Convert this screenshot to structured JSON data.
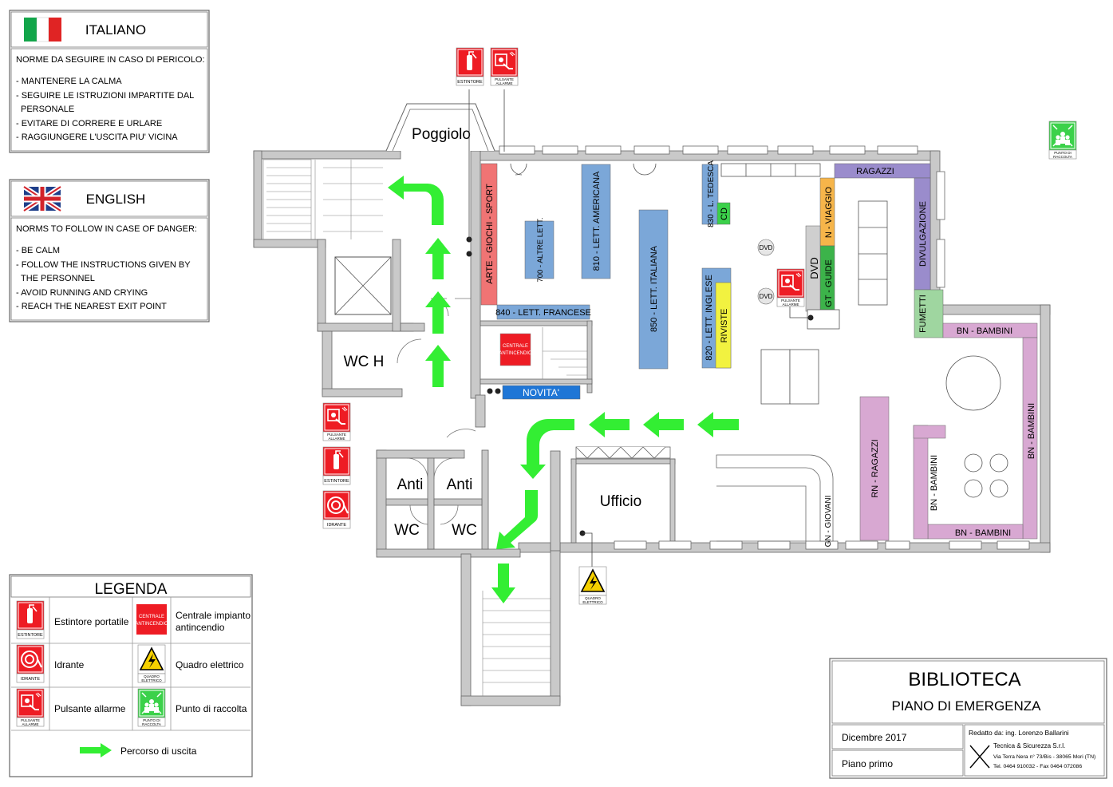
{
  "italian": {
    "language": "ITALIANO",
    "heading": "NORME DA SEGUIRE IN CASO DI PERICOLO:",
    "rules": [
      "- MANTENERE LA CALMA",
      "- SEGUIRE LE ISTRUZIONI IMPARTITE DAL",
      "PERSONALE",
      "- EVITARE DI CORRERE E URLARE",
      "- RAGGIUNGERE L'USCITA PIU' VICINA"
    ]
  },
  "english": {
    "language": "ENGLISH",
    "heading": "NORMS TO FOLLOW IN CASE OF DANGER:",
    "rules": [
      "- BE CALM",
      "- FOLLOW THE INSTRUCTIONS GIVEN BY",
      "THE PERSONNEL",
      "- AVOID RUNNING AND CRYING",
      "- REACH THE NEAREST EXIT POINT"
    ]
  },
  "legend": {
    "title": "LEGENDA",
    "items": {
      "extinguisher": "Estintore portatile",
      "fire_central_1": "Centrale impianto",
      "fire_central_2": "antincendio",
      "hydrant": "Idrante",
      "electrical_panel": "Quadro elettrico",
      "alarm_button": "Pulsante allarme",
      "assembly_point": "Punto di raccolta",
      "exit_route": "Percorso di uscita"
    }
  },
  "icon_labels": {
    "extinguisher": "ESTINTORE",
    "alarm_1": "PULSANTE",
    "alarm_2": "ALLARME",
    "hydrant": "IDRANTE",
    "central_1": "CENTRALE",
    "central_2": "ANTINCENDIO",
    "panel_1": "QUADRO",
    "panel_2": "ELETTRICO",
    "assembly_1": "PUNTO DI",
    "assembly_2": "RACCOLTA",
    "alarm_floor_1": "PULSANTE",
    "alarm_floor_2": "ALLARME"
  },
  "rooms": {
    "balcony": "Poggiolo",
    "wc_h": "WC H",
    "anti_1": "Anti",
    "anti_2": "Anti",
    "wc_1": "WC",
    "wc_2": "WC",
    "office": "Ufficio"
  },
  "shelves": {
    "arte": "ARTE - GIOCHI - SPORT",
    "altre": "700 - ALTRE LETT.",
    "americana": "810 - LETT. AMERICANA",
    "italiana": "850 - LETT. ITALIANA",
    "francese": "840 - LETT. FRANCESE",
    "tedesca": "830 - L. TEDESCA",
    "cd": "CD",
    "inglese": "820 - LETT. INGLESE",
    "riviste": "RIVISTE",
    "viaggio": "N - VIAGGIO",
    "guide": "GT - GUIDE",
    "dvd": "DVD",
    "dvd_1": "DVD",
    "dvd_2": "DVD",
    "ragazzi": "RAGAZZI",
    "divulgazione": "DIVULGAZIONE",
    "fumetti": "FUMETTI",
    "bn_bambini_top": "BN - BAMBINI",
    "bn_bambini_right": "BN - BAMBINI",
    "bn_bambini_bottom": "BN - BAMBINI",
    "bn_bambini_left": "BN - BAMBINI",
    "rn_ragazzi": "RN - RAGAZZI",
    "gn_giovani": "GN - GIOVANI",
    "novita": "NOVITA'"
  },
  "title_block": {
    "title": "BIBLIOTECA",
    "subtitle": "PIANO DI EMERGENZA",
    "date": "Dicembre 2017",
    "floor": "Piano primo",
    "drawn_by": "Redatto da:  ing. Lorenzo Ballarini",
    "company": "Tecnica & Sicurezza S.r.l.",
    "address": "Via Terra Nera n° 73/Bis - 38065 Mori (TN)",
    "contacts": "Tel. 0464 910032 - Fax  0464 072086"
  },
  "colors": {
    "exit_arrow": "#33ee33",
    "safety_red": "#ee1c24",
    "safety_green": "#3bd14a",
    "shelf_blue": "#7ba7d8",
    "shelf_red": "#f07474",
    "shelf_yellow": "#f2f240",
    "shelf_orange": "#f6b54a",
    "shelf_green": "#3cb34a",
    "shelf_purple": "#9a8ccc",
    "shelf_pink": "#d8a8d2",
    "shelf_mint": "#9fd6a0",
    "novita_blue": "#1f76d6"
  }
}
